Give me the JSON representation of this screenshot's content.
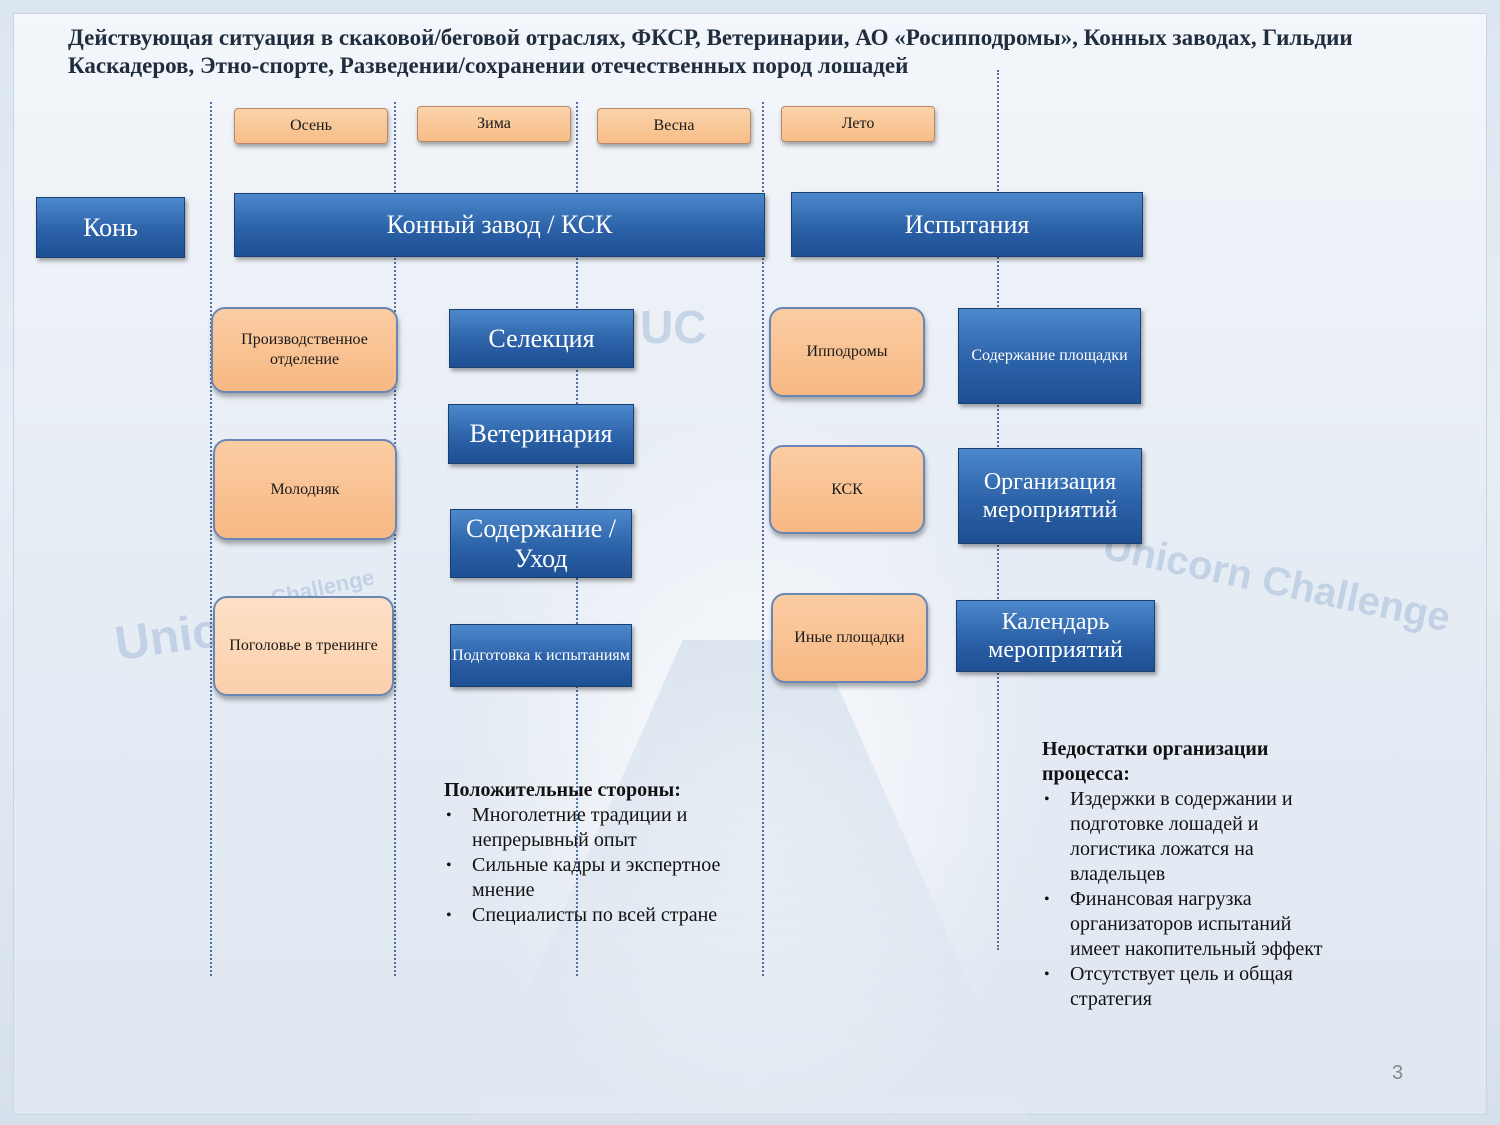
{
  "title": "Действующая ситуация  в скаковой/беговой отраслях, ФКСР, Ветеринарии, АО «Росипподромы», Конных заводах, Гильдии Каскадеров, Этно-спорте, Разведении/сохранении отечественных пород лошадей",
  "seasons": [
    "Осень",
    "Зима",
    "Весна",
    "Лето"
  ],
  "headers": {
    "horse": "Конь",
    "stud": "Конный завод / КСК",
    "tests": "Испытания"
  },
  "stud_columns": {
    "left": [
      "Производственное отделение",
      "Молодняк",
      "Поголовье в тренинге"
    ],
    "right": [
      "Селекция",
      "Ветеринария",
      "Содержание / Уход",
      "Подготовка к испытаниям"
    ]
  },
  "test_columns": {
    "venues": [
      "Ипподромы",
      "КСК",
      "Иные площадки"
    ],
    "actions": [
      "Содержание площадки",
      "Организация мероприятий",
      "Календарь мероприятий"
    ]
  },
  "positives": {
    "heading": "Положительные стороны:",
    "items": [
      "Многолетние традиции и непрерывный опыт",
      "Сильные кадры и экспертное мнение",
      "Специалисты по всей стране"
    ]
  },
  "drawbacks": {
    "heading": "Недостатки организации процесса:",
    "items": [
      "Издержки в содержании и подготовке лошадей и логистика ложатся на владельцев",
      "Финансовая нагрузка организаторов испытаний имеет накопительный эффект",
      "Отсутствует цель и общая стратегия"
    ]
  },
  "background_watermarks": [
    "Unicorn Challenge",
    "Unic",
    "Challenge",
    "UC"
  ],
  "page_number": "3",
  "colors": {
    "blue_box": "#2c62a8",
    "peach_box": "#f7bd87",
    "title_text": "#1f2d3d"
  }
}
